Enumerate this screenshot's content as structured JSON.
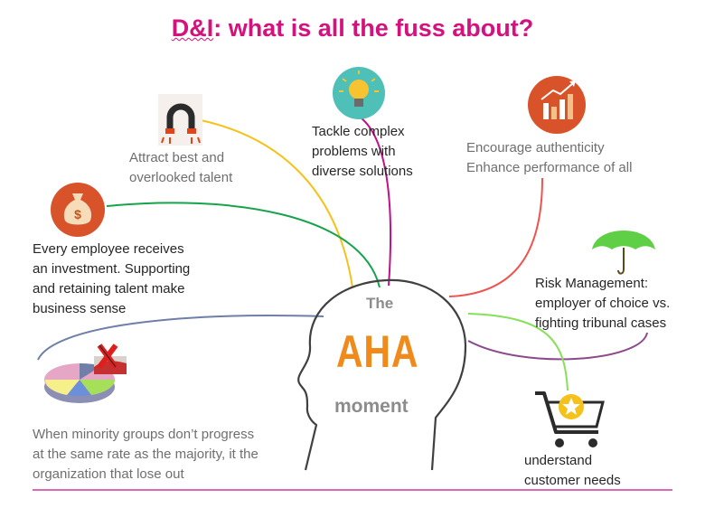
{
  "title_prefix": "D&I",
  "title_rest": ": what is all the fuss about?",
  "center": {
    "the": "The",
    "aha": "AHA",
    "moment": "moment"
  },
  "items": {
    "attract": {
      "icon": "magnet-icon",
      "text": "Attract best and\noverlooked talent"
    },
    "tackle": {
      "icon": "lightbulb-icon",
      "text": "Tackle complex\nproblems with\ndiverse solutions"
    },
    "encourage": {
      "icon": "growth-chart-icon",
      "text": "Encourage authenticity\nEnhance performance of all"
    },
    "investment": {
      "icon": "money-bag-icon",
      "text": "Every employee receives\nan investment. Supporting\nand retaining talent make\nbusiness sense"
    },
    "risk": {
      "icon": "umbrella-icon",
      "text": "Risk Management:\nemployer of choice vs.\nfighting tribunal cases"
    },
    "minority": {
      "icon": "pie-chart-icon",
      "text": "When minority groups don’t progress\nat the same rate as the majority, it the\norganization that lose out"
    },
    "customer": {
      "icon": "shopping-cart-star-icon",
      "text": "understand\ncustomer needs"
    }
  },
  "colors": {
    "title": "#d4127e",
    "aha": "#f08a1a",
    "icon_circle": "#d9532a",
    "line_yellow": "#f5c11b",
    "line_green": "#16a34a",
    "line_magenta": "#c0118a",
    "line_red": "#f0524f",
    "line_purple": "#8c4a8c",
    "line_lime": "#86e05a",
    "line_slate": "#6f7fa8"
  }
}
